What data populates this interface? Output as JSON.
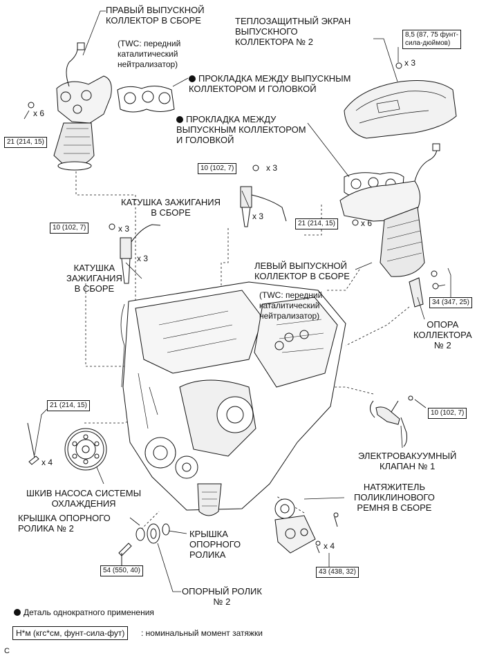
{
  "labels": {
    "right_manifold": "ПРАВЫЙ ВЫПУСКНОЙ\nКОЛЛЕКТОР В СБОРЕ",
    "twc_note_1": "(TWC: передний\nкаталитический\nнейтрализатор)",
    "gasket_1": "ПРОКЛАДКА МЕЖДУ ВЫПУСКНЫМ\nКОЛЛЕКТОРОМ И ГОЛОВКОЙ",
    "heat_shield": "ТЕПЛОЗАЩИТНЫЙ ЭКРАН\nВЫПУСКНОГО\nКОЛЛЕКТОРА № 2",
    "gasket_2": "ПРОКЛАДКА МЕЖДУ\nВЫПУСКНЫМ КОЛЛЕКТОРОМ\nИ ГОЛОВКОЙ",
    "ignition_coil_1": "КАТУШКА ЗАЖИГАНИЯ\nВ СБОРЕ",
    "ignition_coil_2": "КАТУШКА\nЗАЖИГАНИЯ\nВ СБОРЕ",
    "left_manifold": "ЛЕВЫЙ ВЫПУСКНОЙ\nКОЛЛЕКТОР В СБОРЕ",
    "twc_note_2": "(TWC: передний\nкаталитический\nнейтрализатор)",
    "manifold_stay": "ОПОРА\nКОЛЛЕКТОРА\n№ 2",
    "vsv": "ЭЛЕКТРОВАКУУМНЫЙ\nКЛАПАН № 1",
    "pump_pulley": "ШКИВ НАСОСА СИСТЕМЫ\nОХЛАЖДЕНИЯ",
    "tensioner": "НАТЯЖИТЕЛЬ\nПОЛИКЛИНОВОГО\nРЕМНЯ В СБОРЕ",
    "idler_cover_2": "КРЫШКА ОПОРНОГО\nРОЛИКА № 2",
    "idler_cover": "КРЫШКА\nОПОРНОГО\nРОЛИКА",
    "idler_pulley_2": "ОПОРНЫЙ РОЛИК\n№ 2"
  },
  "torques": {
    "t_right_manifold": "21 (214, 15)",
    "t_heat_shield": "8,5 (87, 75 фунт-\nсила-дюймов)",
    "t_coil_right_bank": "10 (102, 7)",
    "t_coil_left_bank": "10 (102, 7)",
    "t_left_manifold": "21 (214, 15)",
    "t_stay": "34 (347, 25)",
    "t_vsv": "10 (102, 7)",
    "t_pulley": "21 (214, 15)",
    "t_idler": "54 (550, 40)",
    "t_tensioner": "43 (438, 32)"
  },
  "multipliers": {
    "m_right_manifold": "x 6",
    "m_heat_shield": "x 3",
    "m_coil_top": "x 3",
    "m_coil_top_b": "x 3",
    "m_coil_left": "x 3",
    "m_coil_left_b": "x 3",
    "m_left_manifold": "x 6",
    "m_pulley": "x 4",
    "m_tensioner": "x 4"
  },
  "legend": {
    "non_reusable": "Деталь однократного применения",
    "torque_unit": "Н*м (кгс*см, фунт-сила-фут)",
    "torque_desc": ": номинальный момент затяжки",
    "corner_letter": "C"
  },
  "colors": {
    "line": "#111111",
    "paper": "#ffffff",
    "shade": "#dddddd"
  }
}
